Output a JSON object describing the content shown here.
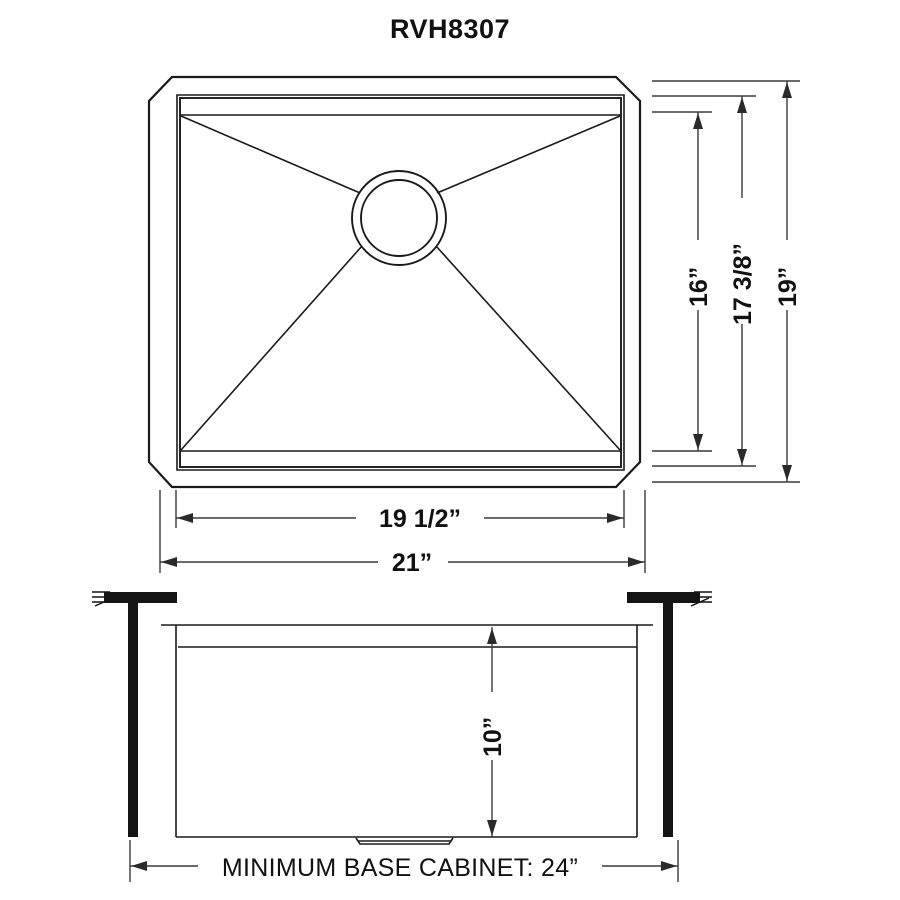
{
  "document": {
    "title": "RVH8307",
    "kind": "sink-specification-drawing",
    "background_color": "#ffffff",
    "line_color": "#1a1a1a"
  },
  "top_view": {
    "name": "sink-top-view",
    "features": {
      "outer_rim": "chamfered-rectangle",
      "inner_basin": "rectangle",
      "drain": "concentric-circles",
      "slope_lines": "four-diagonals-to-drain"
    }
  },
  "dimensions": {
    "width_inner": {
      "label": "19 1/2”",
      "value": 19.5,
      "unit": "in",
      "orientation": "horizontal"
    },
    "width_outer": {
      "label": "21”",
      "value": 21,
      "unit": "in",
      "orientation": "horizontal"
    },
    "depth_inner": {
      "label": "16”",
      "value": 16,
      "unit": "in",
      "orientation": "vertical"
    },
    "depth_mid": {
      "label": "17 3/8”",
      "value": 17.375,
      "unit": "in",
      "orientation": "vertical"
    },
    "depth_outer": {
      "label": "19”",
      "value": 19,
      "unit": "in",
      "orientation": "vertical"
    },
    "bowl_depth": {
      "label": "10”",
      "value": 10,
      "unit": "in",
      "orientation": "vertical"
    }
  },
  "section_view": {
    "name": "sink-cross-section",
    "caption": "MINIMUM BASE CABINET:  24”",
    "cabinet_minimum_width": {
      "value": 24,
      "unit": "in"
    },
    "features": {
      "countertop": "hatched-slab",
      "cabinet_walls": "vertical-solid-bars",
      "basin_profile": "rectangle",
      "drain_strainer": "bottom-center"
    }
  }
}
